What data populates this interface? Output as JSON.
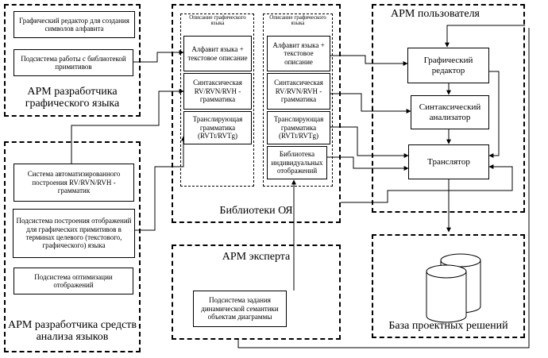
{
  "dev_graphic": {
    "label": "АРМ разработчика графического языка",
    "items": [
      "Графический редактор для создания символов алфавита",
      "Подсистема работы с библиотекой примитивов"
    ]
  },
  "dev_analysis": {
    "label": "АРМ разработчика средств анализа языков",
    "items": [
      "Система автоматизированного построения RV/RVN/RVH - грамматик",
      "Подсистема построения отображений для графических примитивов в терминах целевого (текстового, графического) языка",
      "Подсистема оптимизации отображений"
    ]
  },
  "library": {
    "label": "Библиотеки ОЯ",
    "col1_header": "Описание графического языка",
    "col2_header": "Описание графического языка",
    "col1": [
      "Алфавит языка + текстовое описание",
      "Синтаксическая RV/RVN/RVH - грамматика",
      "Транслирующая грамматика (RVTt/RVTg)"
    ],
    "col2": [
      "Алфавит языка + текстовое описание",
      "Синтаксическая RV/RVN/RVH - грамматика",
      "Транслирующая грамматика (RVTt/RVTg)",
      "Библиотека индивидуальных отображений"
    ]
  },
  "expert": {
    "label": "АРМ эксперта",
    "item": "Подсистема задания динамической семантики объектам диаграммы"
  },
  "user": {
    "label": "АРМ пользователя",
    "items": [
      "Графический редактор",
      "Синтаксический анализатор",
      "Транслятор"
    ]
  },
  "db": {
    "label": "База проектных решений"
  }
}
